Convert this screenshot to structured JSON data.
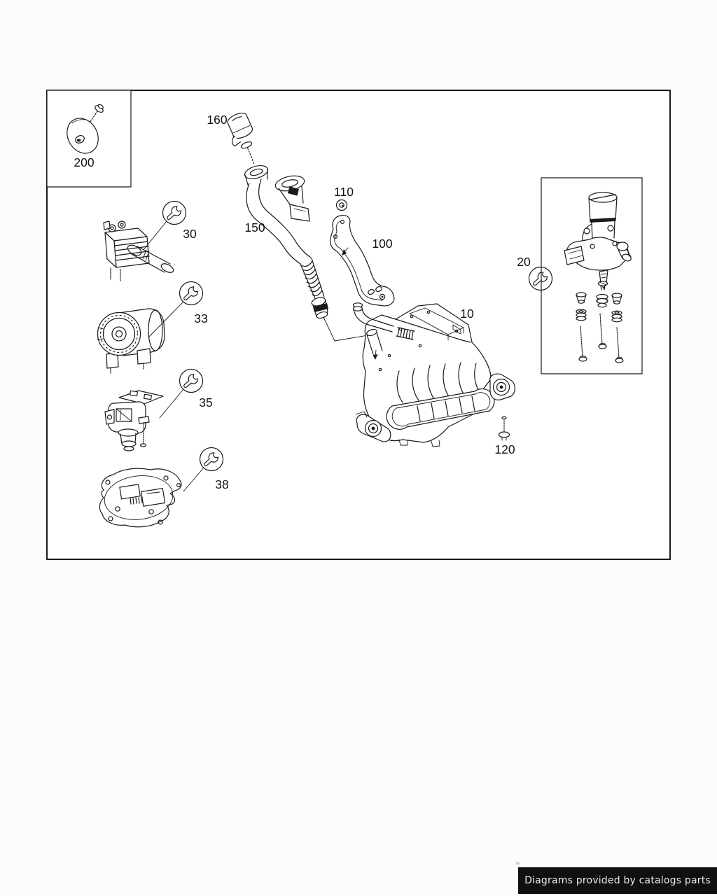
{
  "colors": {
    "line": "#1a1a1a",
    "page_background": "#fcfcfc",
    "frame_background": "#ffffff",
    "watermark_background": "#101010",
    "watermark_text_color": "#ececec"
  },
  "watermark": {
    "text": "Diagrams provided by catalogs parts"
  },
  "callouts": {
    "c10": {
      "label": "10"
    },
    "c20": {
      "label": "20"
    },
    "c30": {
      "label": "30"
    },
    "c33": {
      "label": "33"
    },
    "c35": {
      "label": "35"
    },
    "c38": {
      "label": "38"
    },
    "c100": {
      "label": "100"
    },
    "c110": {
      "label": "110"
    },
    "c120": {
      "label": "120"
    },
    "c150": {
      "label": "150"
    },
    "c160": {
      "label": "160"
    },
    "c200": {
      "label": "200"
    }
  },
  "icons": {
    "wrench": "wrench-icon"
  }
}
